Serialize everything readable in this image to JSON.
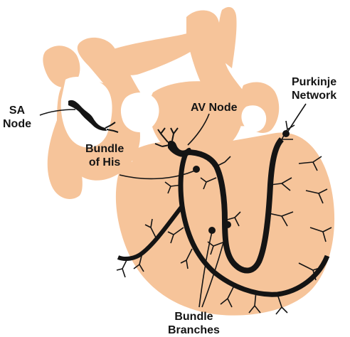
{
  "colors": {
    "tissue": "#F6C49A",
    "conduction": "#141414",
    "background": "#FFFFFF"
  },
  "labels": {
    "sa_node": {
      "line1": "SA",
      "line2": "Node"
    },
    "av_node": {
      "line1": "AV Node"
    },
    "bundle_of_his": {
      "line1": "Bundle",
      "line2": "of His"
    },
    "purkinje_network": {
      "line1": "Purkinje",
      "line2": "Network"
    },
    "bundle_branches": {
      "line1": "Bundle",
      "line2": "Branches"
    }
  }
}
